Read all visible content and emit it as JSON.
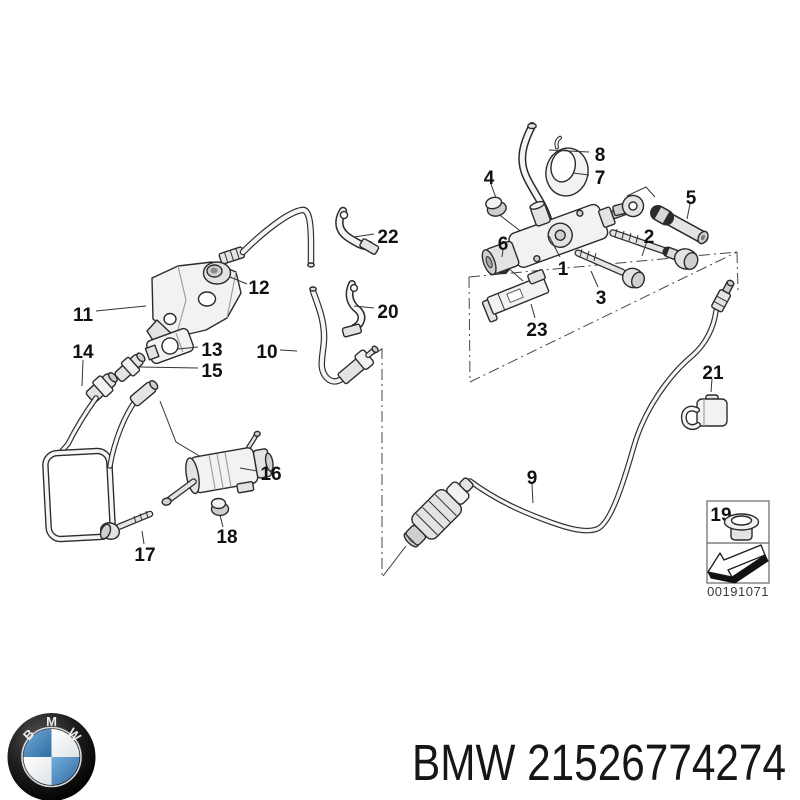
{
  "diagram": {
    "callouts": [
      "1",
      "2",
      "3",
      "4",
      "5",
      "6",
      "7",
      "8",
      "9",
      "10",
      "11",
      "12",
      "13",
      "14",
      "15",
      "16",
      "17",
      "18",
      "19",
      "20",
      "21",
      "22",
      "23"
    ],
    "inset": {
      "image_id": "00191071",
      "icons": {
        "arrow": "direction-arrow-down-left-icon",
        "part": "grommet-plug-icon"
      }
    }
  },
  "footer": {
    "full_text": "BMW 21526774274",
    "brand": "BMW",
    "part_number": "21526774274",
    "logo_letters": [
      "B",
      "M",
      "W"
    ],
    "logo_colors": {
      "bmw_blue": "#3f7fb6",
      "bmw_blue_light": "#6aa5d4",
      "ring_black": "#101010"
    }
  }
}
